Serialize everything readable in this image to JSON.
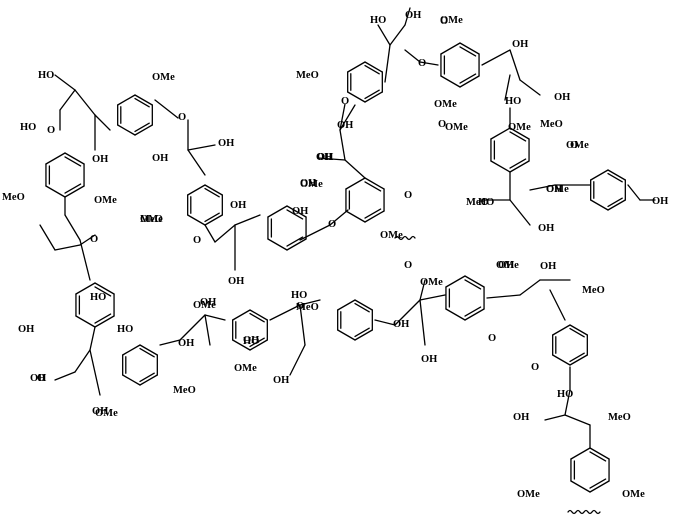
{
  "figure": {
    "description_labels": {
      "oh": "HO",
      "oh_r": "OH",
      "ome": "OMe",
      "meo": "MeO",
      "o": "O"
    }
  },
  "labels": [
    {
      "id": "l1",
      "text": "HO"
    },
    {
      "id": "l2",
      "text": "HO"
    },
    {
      "id": "l3",
      "text": "OMe"
    },
    {
      "id": "l4",
      "text": "MeO"
    },
    {
      "id": "l5",
      "text": "OH"
    },
    {
      "id": "l6",
      "text": "O"
    },
    {
      "id": "l7",
      "text": "OMe"
    },
    {
      "id": "l8",
      "text": "O"
    },
    {
      "id": "l9",
      "text": "OH"
    },
    {
      "id": "l10",
      "text": "MeO"
    },
    {
      "id": "l11",
      "text": "O"
    },
    {
      "id": "l12",
      "text": "OH"
    },
    {
      "id": "l13",
      "text": "OMe"
    },
    {
      "id": "l14",
      "text": "O"
    },
    {
      "id": "l15",
      "text": "O"
    },
    {
      "id": "l16",
      "text": "OH"
    },
    {
      "id": "l17",
      "text": "OH"
    },
    {
      "id": "l18",
      "text": "OH"
    },
    {
      "id": "l19",
      "text": "OH"
    },
    {
      "id": "l20",
      "text": "HO"
    },
    {
      "id": "l21",
      "text": "OH"
    },
    {
      "id": "l22",
      "text": "MeO"
    },
    {
      "id": "l23",
      "text": "OMe"
    },
    {
      "id": "l24",
      "text": "OH"
    },
    {
      "id": "l25",
      "text": "OMe"
    },
    {
      "id": "l26",
      "text": "OH"
    },
    {
      "id": "l27",
      "text": "O"
    },
    {
      "id": "l28",
      "text": "HO"
    },
    {
      "id": "l29",
      "text": "O"
    },
    {
      "id": "l30",
      "text": "O"
    },
    {
      "id": "l31",
      "text": "MeO"
    },
    {
      "id": "l32",
      "text": "OMe"
    },
    {
      "id": "l33",
      "text": "O"
    },
    {
      "id": "l34",
      "text": "HO"
    },
    {
      "id": "l35",
      "text": "OH"
    },
    {
      "id": "l36",
      "text": "OH"
    },
    {
      "id": "l37",
      "text": "OH"
    },
    {
      "id": "l38",
      "text": "O"
    },
    {
      "id": "l39",
      "text": "OMe"
    },
    {
      "id": "l40",
      "text": "O"
    },
    {
      "id": "l41",
      "text": "OH"
    },
    {
      "id": "l42",
      "text": "OH"
    },
    {
      "id": "l43",
      "text": "OMe"
    },
    {
      "id": "l44",
      "text": "OMe"
    },
    {
      "id": "l45",
      "text": "O"
    },
    {
      "id": "l46",
      "text": "OH"
    },
    {
      "id": "l47",
      "text": "OH"
    },
    {
      "id": "l48",
      "text": "OH"
    },
    {
      "id": "l49",
      "text": "MeO"
    },
    {
      "id": "l50",
      "text": "O"
    },
    {
      "id": "l51",
      "text": "HO"
    },
    {
      "id": "l52",
      "text": "OH"
    },
    {
      "id": "l53",
      "text": "MeO"
    },
    {
      "id": "l54",
      "text": "OMe"
    },
    {
      "id": "l55",
      "text": "OMe"
    },
    {
      "id": "l56",
      "text": "HO"
    },
    {
      "id": "l57",
      "text": "OH"
    },
    {
      "id": "l58",
      "text": "OMe"
    },
    {
      "id": "l59",
      "text": "MeO"
    },
    {
      "id": "l60",
      "text": "OH"
    },
    {
      "id": "l61",
      "text": "OMe"
    },
    {
      "id": "l62",
      "text": "OH"
    },
    {
      "id": "l63",
      "text": "OMe"
    },
    {
      "id": "l64",
      "text": "O"
    },
    {
      "id": "l65",
      "text": "HO"
    },
    {
      "id": "l66",
      "text": "OH"
    },
    {
      "id": "l67",
      "text": "MeO"
    },
    {
      "id": "l68",
      "text": "OMe"
    },
    {
      "id": "l69",
      "text": "OMe"
    },
    {
      "id": "l70",
      "text": "O"
    },
    {
      "id": "l71",
      "text": "OH"
    },
    {
      "id": "l72",
      "text": "OH"
    },
    {
      "id": "l73",
      "text": "HO"
    },
    {
      "id": "l74",
      "text": "O"
    },
    {
      "id": "l75",
      "text": "HO"
    },
    {
      "id": "l76",
      "text": "OH"
    },
    {
      "id": "l77",
      "text": "OMe"
    },
    {
      "id": "l78",
      "text": "MeO"
    },
    {
      "id": "l79",
      "text": "OMe"
    },
    {
      "id": "l80",
      "text": "OH"
    },
    {
      "id": "l81",
      "text": "OH"
    }
  ]
}
